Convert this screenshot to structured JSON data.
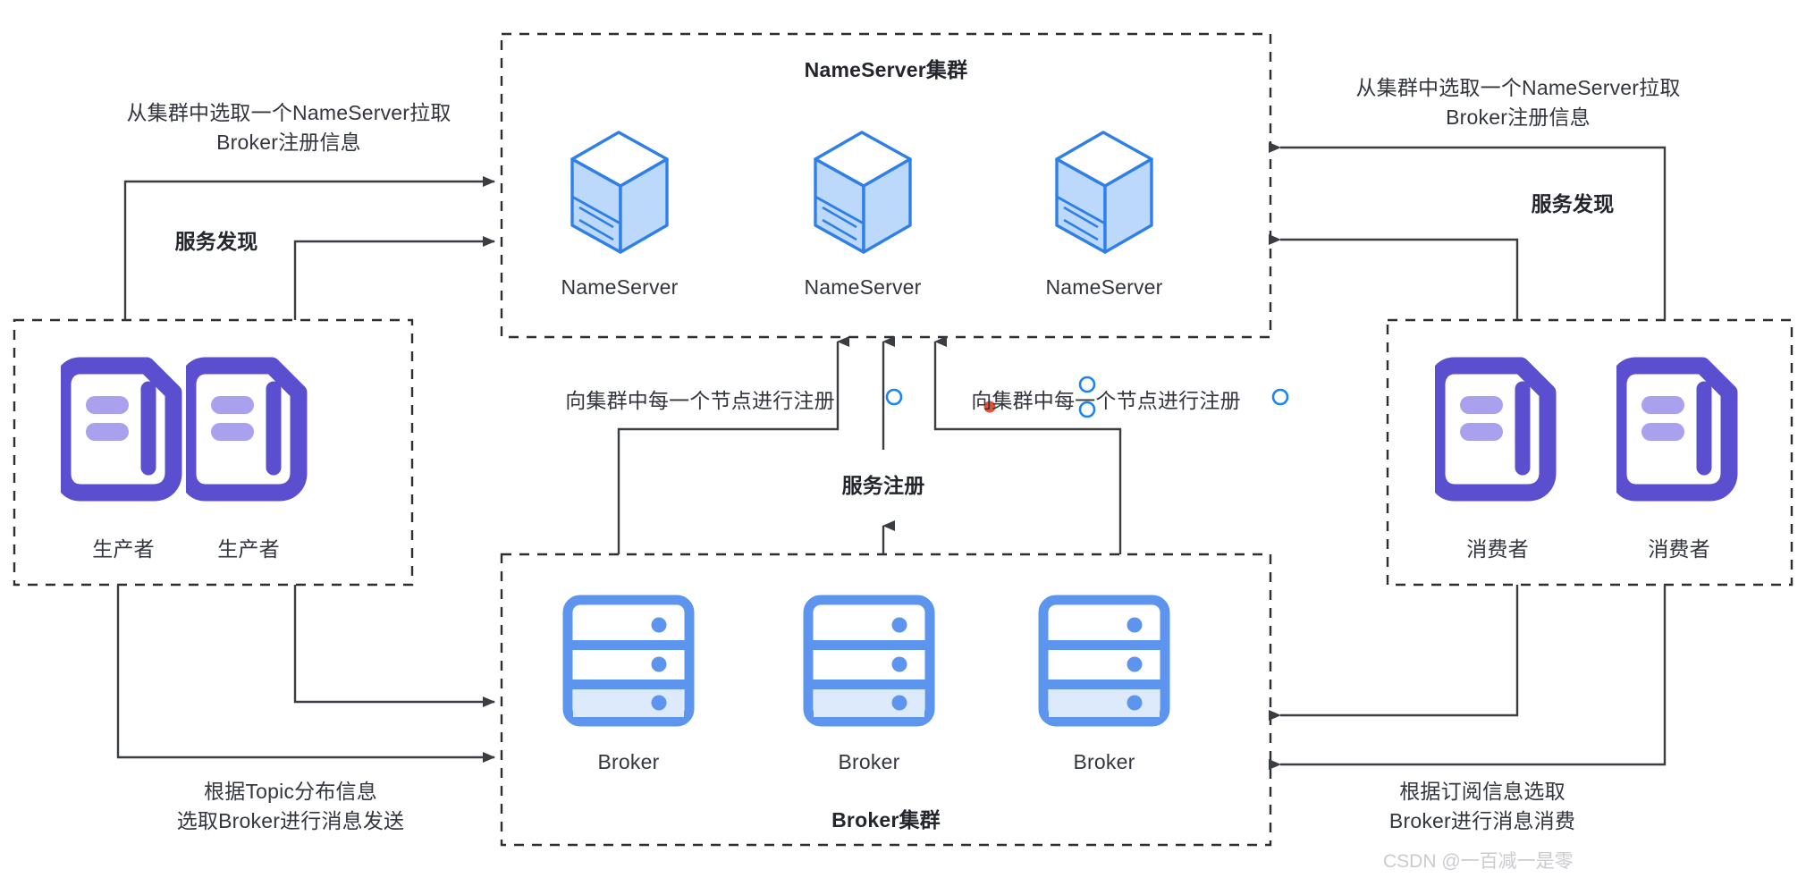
{
  "diagram": {
    "title": "RocketMQ 架构图",
    "background": "#ffffff",
    "colors": {
      "server_stroke": "#2f7fe8",
      "server_fill": "#bcd9fb",
      "server_top": "#ffffff",
      "broker_stroke": "#5d94ee",
      "broker_fill_light": "#ffffff",
      "broker_fill_active": "#ddeaFB",
      "client_purple": "#5b4fcf",
      "client_pill": "#a9a1ee",
      "line": "#3a3d42",
      "dash": "#2b2e33",
      "handle_blue": "#1c86ee",
      "handle_red": "#e8503a",
      "text": "#33363d",
      "watermark": "#c9cbcf"
    }
  },
  "clusters": {
    "nameserver": {
      "title": "NameServer集群",
      "nodes": [
        {
          "label": "NameServer",
          "icon": "server-icon"
        },
        {
          "label": "NameServer",
          "icon": "server-icon"
        },
        {
          "label": "NameServer",
          "icon": "server-icon"
        }
      ]
    },
    "broker": {
      "title": "Broker集群",
      "nodes": [
        {
          "label": "Broker",
          "icon": "broker-icon"
        },
        {
          "label": "Broker",
          "icon": "broker-icon"
        },
        {
          "label": "Broker",
          "icon": "broker-icon"
        }
      ]
    },
    "producer": {
      "title": "",
      "nodes": [
        {
          "label": "生产者",
          "icon": "client-icon"
        },
        {
          "label": "生产者",
          "icon": "client-icon"
        }
      ]
    },
    "consumer": {
      "title": "",
      "nodes": [
        {
          "label": "消费者",
          "icon": "client-icon"
        },
        {
          "label": "消费者",
          "icon": "client-icon"
        }
      ]
    }
  },
  "annotations": {
    "left_pull_line1": "从集群中选取一个NameServer拉取",
    "left_pull_line2": "Broker注册信息",
    "left_discovery": "服务发现",
    "right_pull_line1": "从集群中选取一个NameServer拉取",
    "right_pull_line2": "Broker注册信息",
    "right_discovery": "服务发现",
    "register_left": "向集群中每一个节点进行注册",
    "register_right": "向集群中每一个节点进行注册",
    "service_register": "服务注册",
    "bottom_left_line1": "根据Topic分布信息",
    "bottom_left_line2": "选取Broker进行消息发送",
    "bottom_right_line1": "根据订阅信息选取",
    "bottom_right_line2": "Broker进行消息消费"
  },
  "watermark": {
    "text": "CSDN @一百减一是零"
  }
}
